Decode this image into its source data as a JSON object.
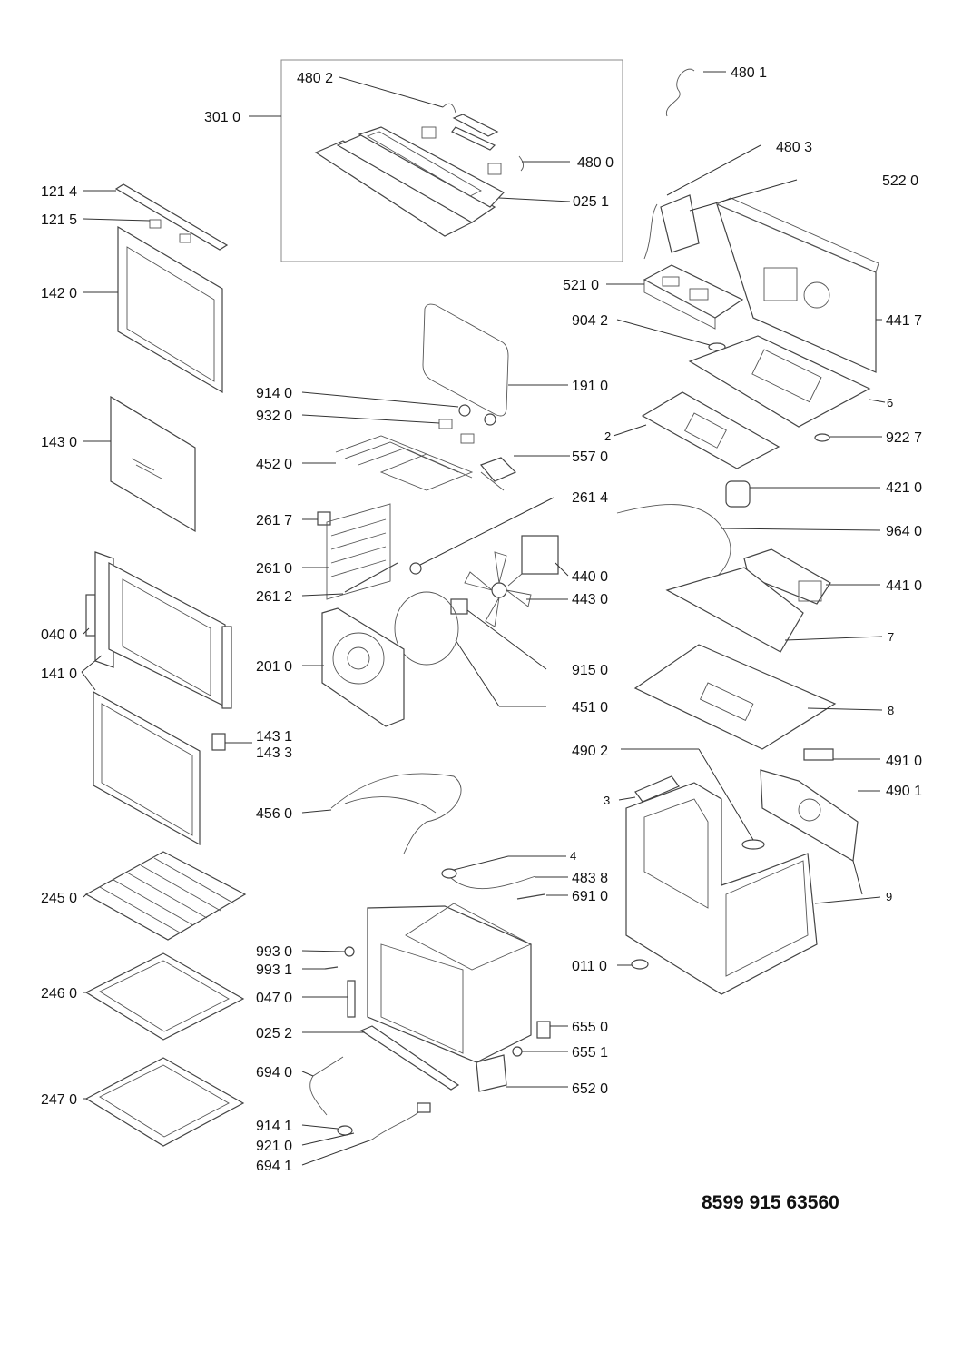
{
  "document_number": "8599 915 63560",
  "callouts": {
    "c4802": "480 2",
    "c3010": "301 0",
    "c4801": "480 1",
    "c4800": "480 0",
    "c4803": "480 3",
    "c5220": "522 0",
    "c0251": "025 1",
    "c1214": "121 4",
    "c1215": "121 5",
    "c1420": "142 0",
    "c5210": "521 0",
    "c9042": "904 2",
    "c4417": "441 7",
    "c9140": "914 0",
    "c1910": "191 0",
    "c9320": "932 0",
    "c6": "6",
    "c2": "2",
    "c9227": "922 7",
    "c1430": "143 0",
    "c4520": "452 0",
    "c5570": "557 0",
    "c4210": "421 0",
    "c2614": "261 4",
    "c2617": "261 7",
    "c9640": "964 0",
    "c2610": "261 0",
    "c4400": "440 0",
    "c4410": "441 0",
    "c2612": "261 2",
    "c4430": "443 0",
    "c0400": "040 0",
    "c7": "7",
    "c2010": "201 0",
    "c1410": "141 0",
    "c9150": "915 0",
    "c4510": "451 0",
    "c8": "8",
    "c1431": "143 1",
    "c1433": "143 3",
    "c4902": "490 2",
    "c4910": "491 0",
    "c3": "3",
    "c4901": "490 1",
    "c4560": "456 0",
    "c4": "4",
    "c2450": "245 0",
    "c4838": "483 8",
    "c9": "9",
    "c6910": "691 0",
    "c9930": "993 0",
    "c9931": "993 1",
    "c0110": "011 0",
    "c2460": "246 0",
    "c0470": "047 0",
    "c6550": "655 0",
    "c0252": "025 2",
    "c6551": "655 1",
    "c6940": "694 0",
    "c6520": "652 0",
    "c2470": "247 0",
    "c9141": "914 1",
    "c9210": "921 0",
    "c6941": "694 1"
  }
}
